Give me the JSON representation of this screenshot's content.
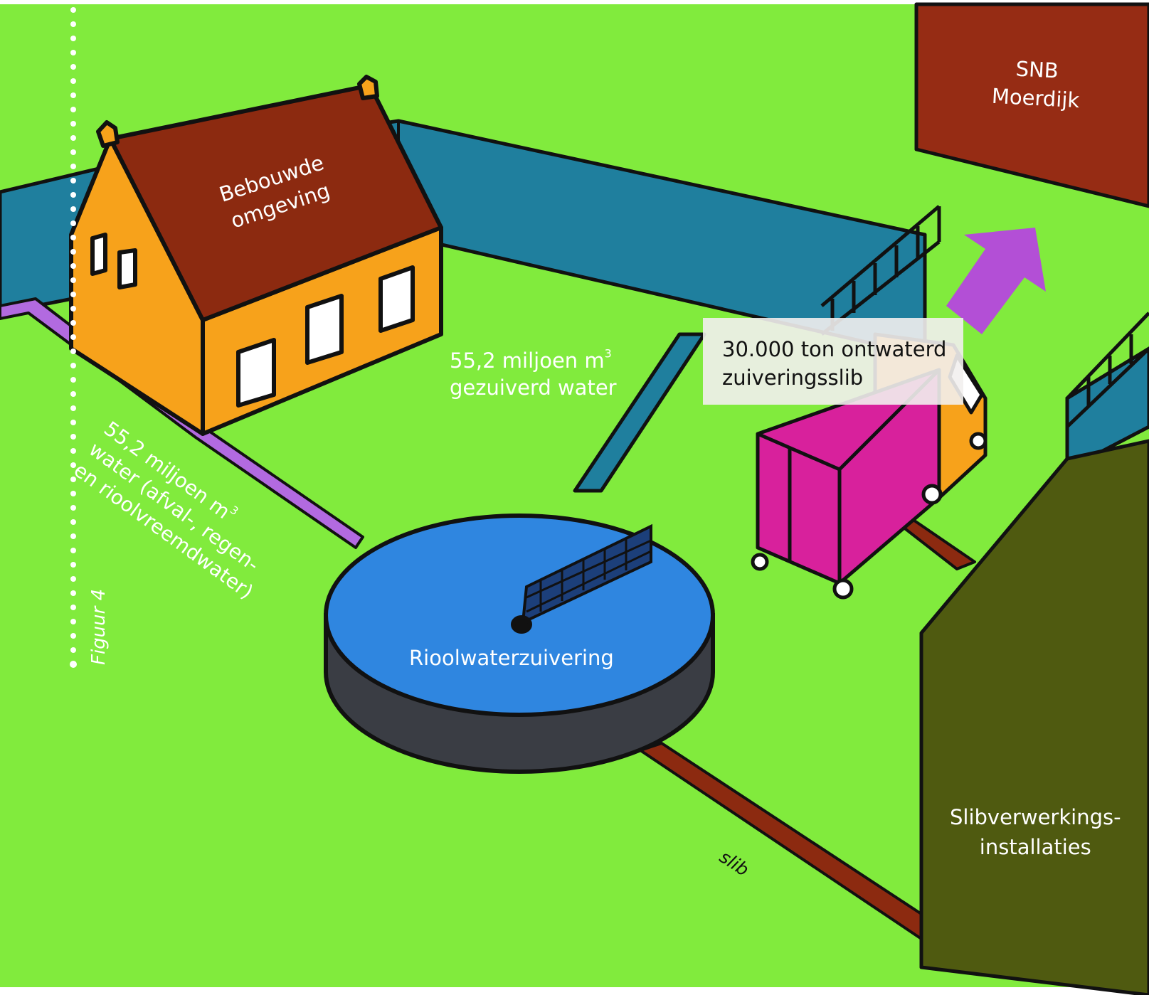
{
  "figure_label": "Figuur 4",
  "labels": {
    "snb": [
      "SNB",
      "Moerdijk"
    ],
    "house": [
      "Bebouwde",
      "omgeving"
    ],
    "treated_water": {
      "value": "55,2 miljoen m",
      "sup": "3",
      "line2": "gezuiverd water"
    },
    "truck": [
      "30.000 ton ontwaterd",
      "zuiveringsslib"
    ],
    "inflow": {
      "line1": "55,2 miljoen m",
      "sup": "3",
      "line2": "water (afval-, regen-",
      "line3": "en rioolvreemdwater)"
    },
    "treatment_plant": "Rioolwaterzuivering",
    "sludge_installations": [
      "Slibverwerkings-",
      "installaties"
    ],
    "sludge_flow": "slib"
  },
  "colors": {
    "grass": "#7ee83c",
    "canal": "#1f7f9e",
    "roof": "#8c2a10",
    "house_wall": "#f7a21b",
    "tank_water": "#2f86e0",
    "tank_wall": "#3a3d44",
    "truck_box": "#d8219c",
    "arrow": "#b34fd6",
    "building_red": "#962c14",
    "building_olive": "#4f5a10",
    "sludge_pipe": "#8c2a10",
    "inflow_pipe": "#b26ae0",
    "outline": "#111111"
  }
}
